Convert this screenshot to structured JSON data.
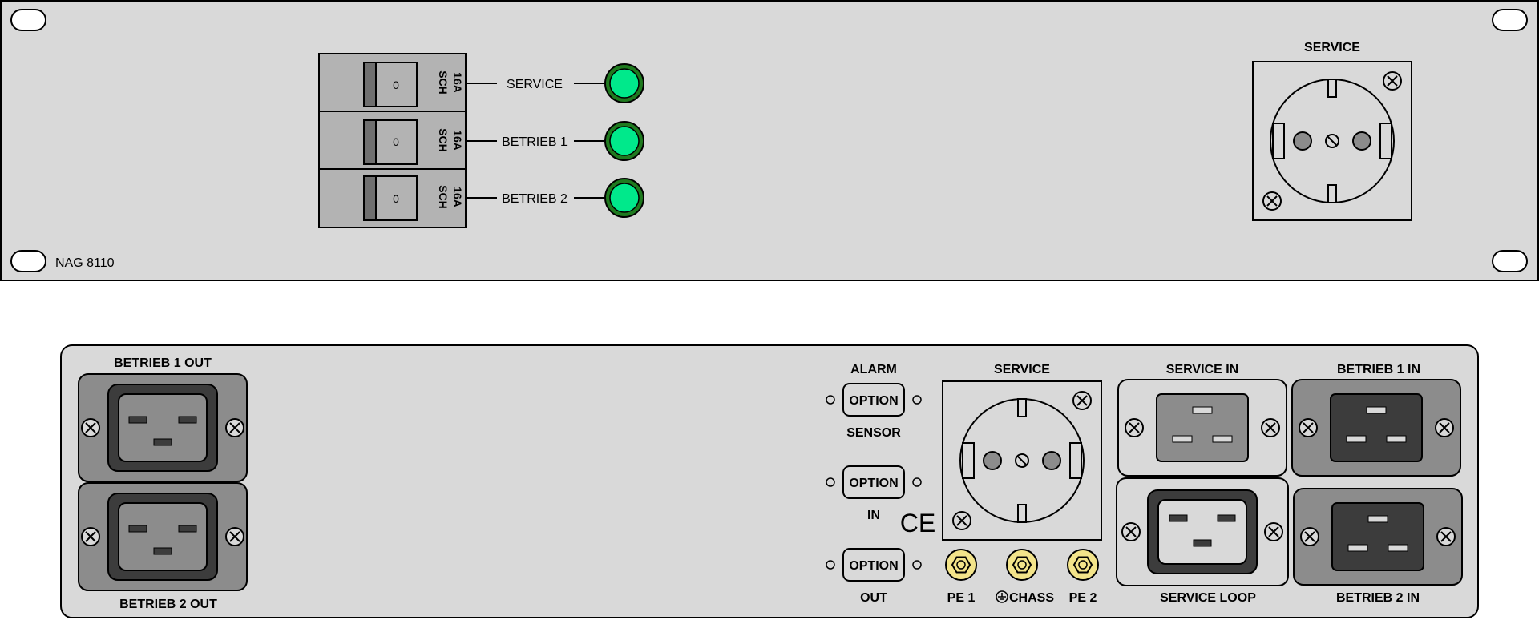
{
  "colors": {
    "panel": "#d9d9d9",
    "led": "#00e98b",
    "led_ring": "#1f7a1f",
    "breaker": "#b3b3b3",
    "connector_dark": "#3c3c3c",
    "connector_mid": "#8c8c8c",
    "terminal": "#f3e48a"
  },
  "front": {
    "model": "NAG 8110",
    "breakers": [
      {
        "toggle": "0",
        "rating_line1": "SCH",
        "rating_line2": "16A",
        "label": "SERVICE",
        "led": "on"
      },
      {
        "toggle": "0",
        "rating_line1": "SCH",
        "rating_line2": "16A",
        "label": "BETRIEB 1",
        "led": "on"
      },
      {
        "toggle": "0",
        "rating_line1": "SCH",
        "rating_line2": "16A",
        "label": "BETRIEB 2",
        "led": "on"
      }
    ],
    "service_socket_label": "SERVICE"
  },
  "rear": {
    "outputs": {
      "top_label": "BETRIEB 1 OUT",
      "bottom_label": "BETRIEB 2 OUT"
    },
    "options": {
      "top_label": "ALARM",
      "button_label": "OPTION",
      "sensor_label": "SENSOR",
      "in_label": "IN",
      "out_label": "OUT"
    },
    "ce_mark": "CE",
    "service_socket_label": "SERVICE",
    "terminals": [
      "PE 1",
      "CHASS",
      "PE 2"
    ],
    "service_in_label": "SERVICE IN",
    "service_loop_label": "SERVICE LOOP",
    "betrieb1_in_label": "BETRIEB 1 IN",
    "betrieb2_in_label": "BETRIEB 2 IN"
  }
}
